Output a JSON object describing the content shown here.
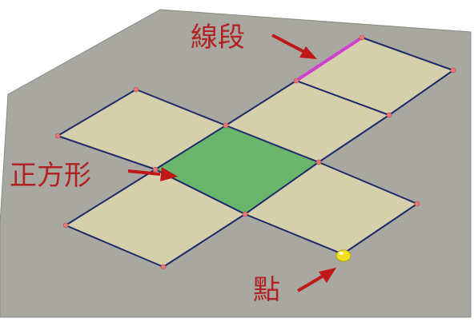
{
  "labels": {
    "segment": "線段",
    "square": "正方形",
    "point": "點"
  },
  "icons": {
    "segment_arrow": "arrow-icon",
    "square_arrow": "arrow-icon",
    "point_arrow": "arrow-icon"
  },
  "colors": {
    "plane": "#a8a8a1",
    "plane_edge": "#8a8a84",
    "face": "#d6cfac",
    "highlighted_face": "#6ab56c",
    "edge": "#1c2a6a",
    "highlighted_segment": "#d040d0",
    "vertex": "#e87878",
    "point": "#f0e020",
    "label_text": "#b22222",
    "arrow": "#c01818"
  }
}
